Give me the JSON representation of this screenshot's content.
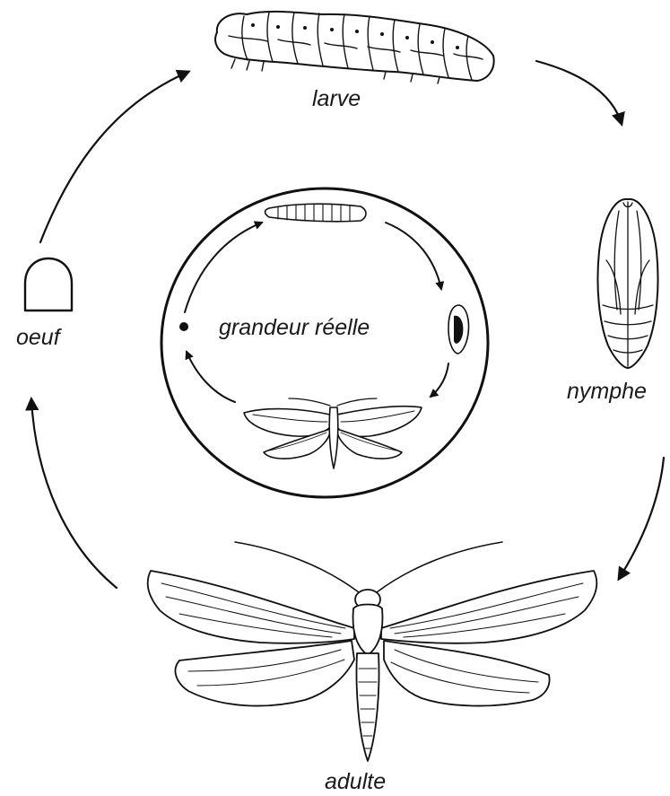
{
  "stages": {
    "larve": "larve",
    "nymphe": "nymphe",
    "adulte": "adulte",
    "oeuf": "oeuf"
  },
  "inner_circle": {
    "label": "grandeur réelle"
  }
}
